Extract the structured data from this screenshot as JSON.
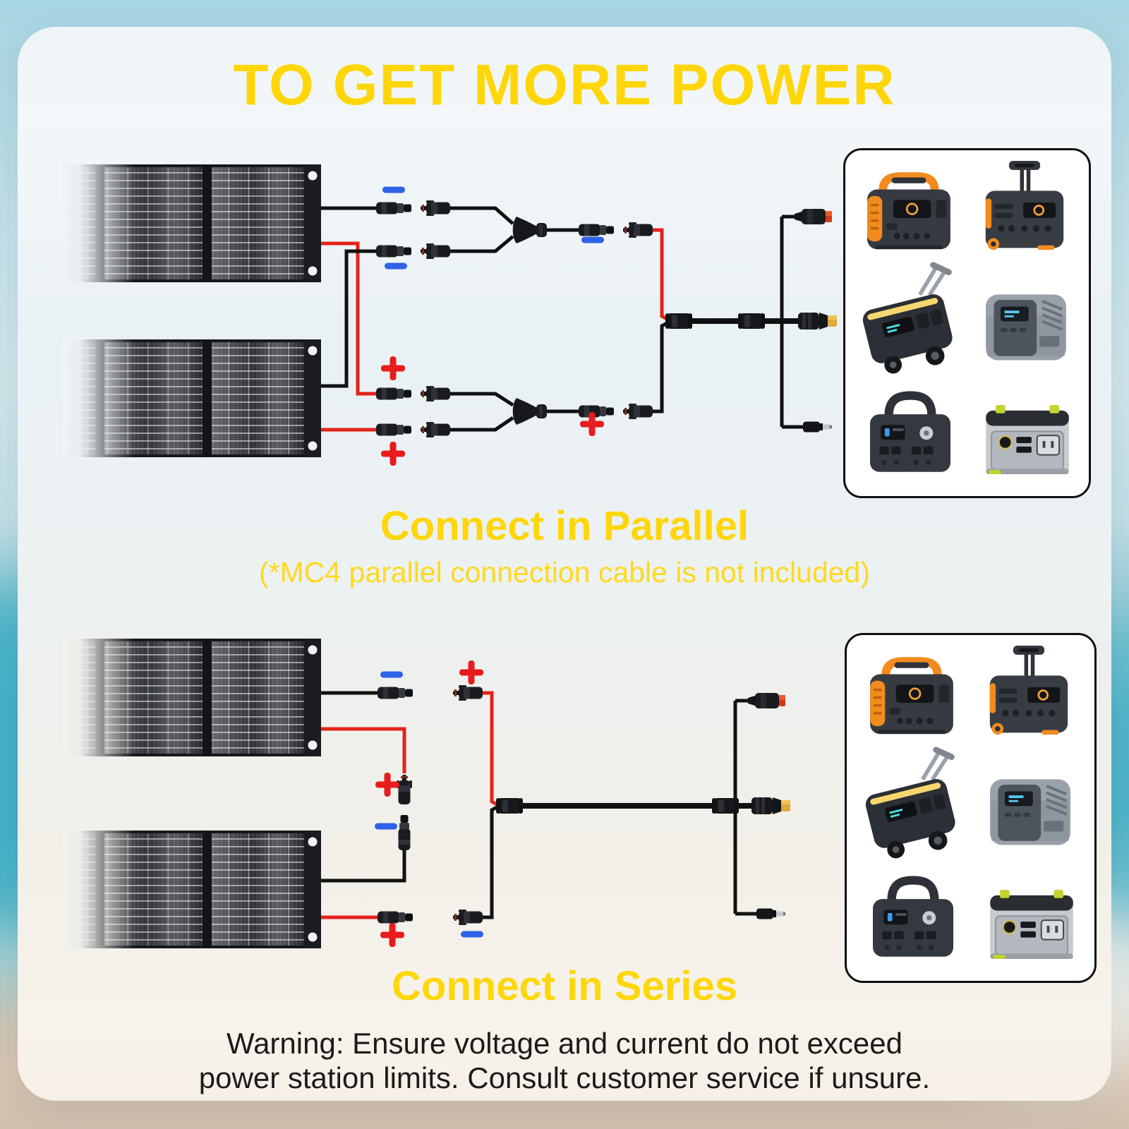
{
  "title": "TO GET MORE POWER",
  "parallel": {
    "caption": "Connect in Parallel",
    "note": "(*MC4 parallel connection cable is not included)"
  },
  "series": {
    "caption": "Connect in Series",
    "warning_line1": "Warning: Ensure voltage and current do not exceed",
    "warning_line2": "power station limits. Consult customer service if unsure."
  },
  "symbols": {
    "plus": "+",
    "minus": "-"
  },
  "colors": {
    "accent_yellow": "#FFD60A",
    "plus_red": "#E81C1C",
    "minus_blue": "#2E62E8",
    "wire_red": "#E2231A",
    "wire_black": "#111111",
    "panel_cell_dark": "#25282E",
    "box_border": "#101010",
    "warning_text": "#1B1B1B",
    "card_background": "#EEF4F7"
  },
  "diagram": {
    "solar_panels_per_diagram": 2,
    "power_stations_per_box": 6,
    "connector_icons": [
      "mc4-female-connector-icon",
      "mc4-male-connector-icon",
      "mc4-y-branch-connector-icon",
      "ferrite-bead-icon",
      "anderson-connector-icon",
      "xt60-connector-icon",
      "dc-barrel-plug-icon"
    ],
    "power_station_icons": [
      "orange-handle-power-station",
      "telescopic-handle-power-station",
      "trolley-wheel-power-station",
      "gray-tower-power-station",
      "arch-handle-power-station",
      "silver-dual-tone-power-station"
    ]
  }
}
